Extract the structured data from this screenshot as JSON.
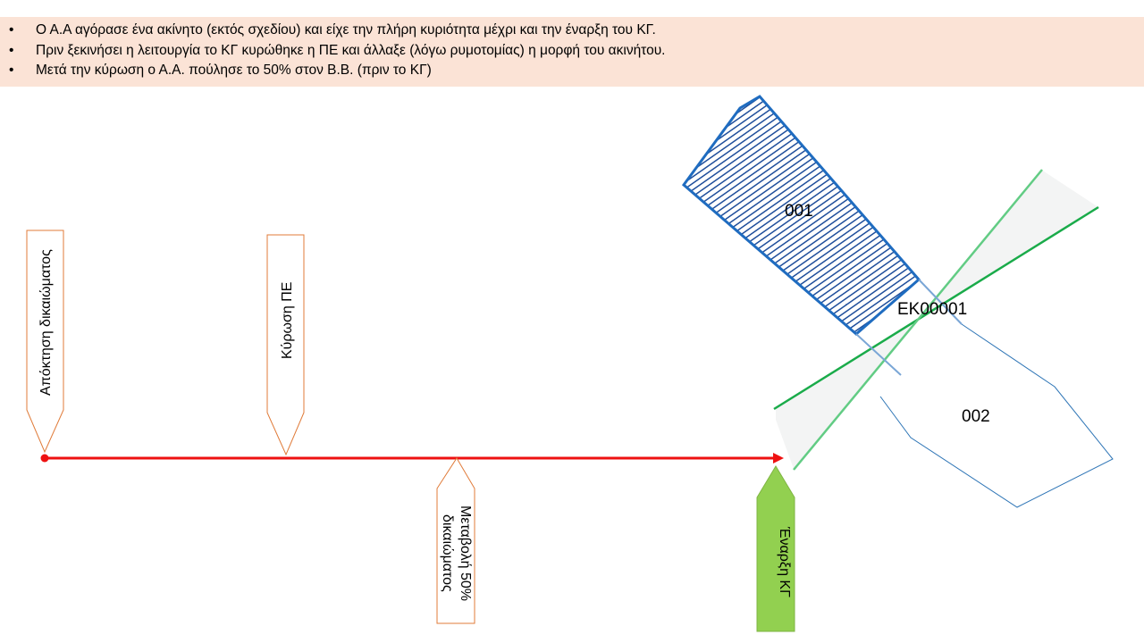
{
  "notes": [
    "Ο Α.Α αγόρασε ένα ακίνητο (εκτός σχεδίου) και είχε την πλήρη κυριότητα μέχρι και την έναρξη του ΚΓ.",
    "Πριν ξεκινήσει η λειτουργία το ΚΓ κυρώθηκε η ΠΕ και άλλαξε (λόγω ρυμοτομίας) η μορφή του ακινήτου.",
    "Μετά την κύρωση ο Α.Α. πούλησε το 50% στον Β.Β. (πριν το ΚΓ)"
  ],
  "timeline": {
    "events": [
      {
        "label": "Απόκτηση δικαιώματος",
        "position": "above"
      },
      {
        "label": "Κύρωση ΠΕ",
        "position": "above"
      },
      {
        "label_line1": "Μεταβολή 50%",
        "label_line2": "δικαιώματος",
        "position": "below"
      },
      {
        "label": "Έναρξη ΚΓ",
        "position": "below"
      }
    ]
  },
  "parcels": {
    "p001": "001",
    "ek": "ΕΚ00001",
    "p002": "002"
  },
  "colors": {
    "notes_bg": "#fbe3d6",
    "timeline": "#ee1111",
    "callout_border": "#e07b39",
    "start_fill": "#92d050",
    "parcel_blue": "#1f6cc0",
    "road_green": "#1aab4a"
  }
}
